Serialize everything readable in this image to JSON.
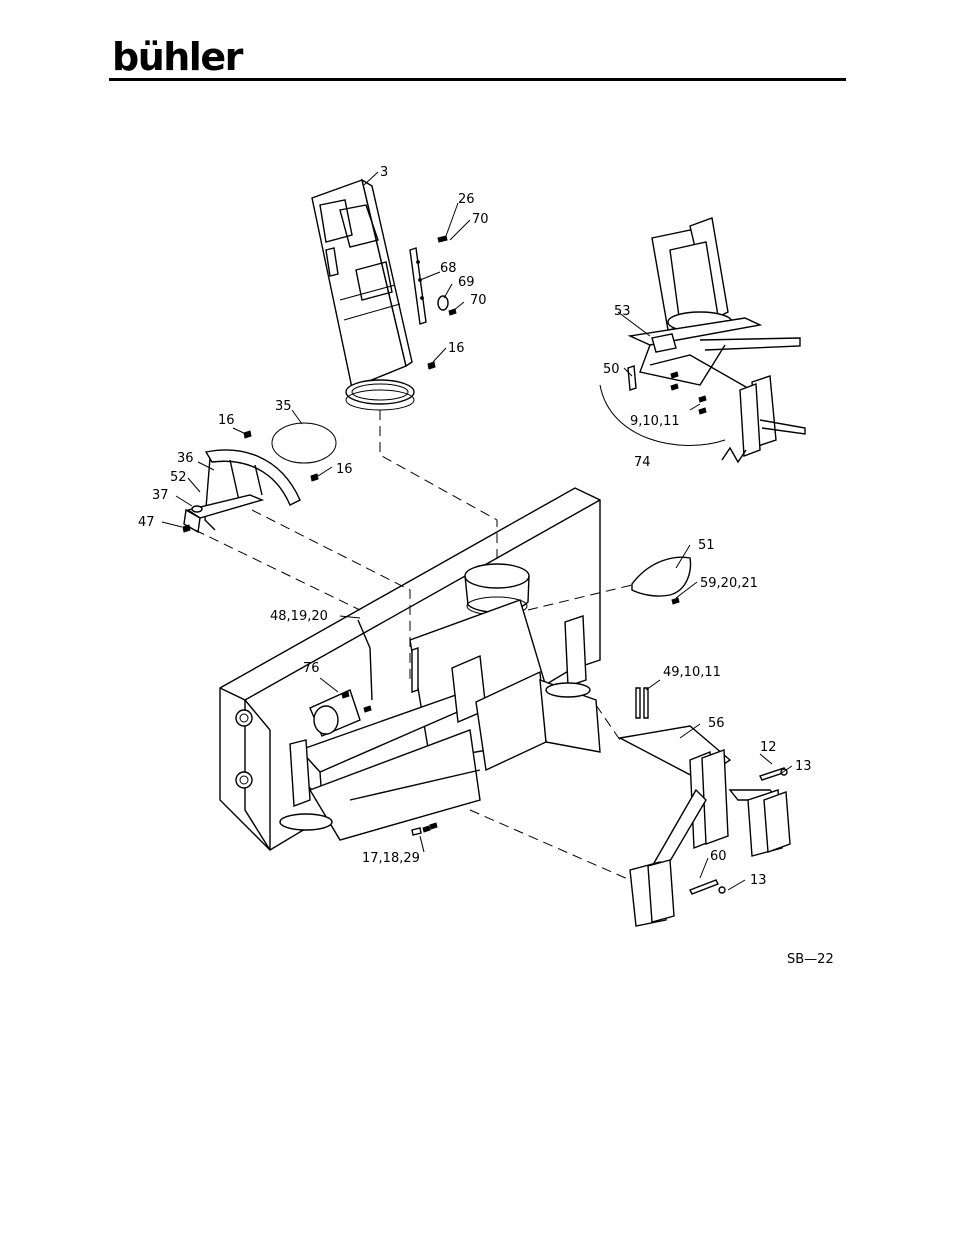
{
  "header": {
    "brand": "bühler"
  },
  "drawing": {
    "reference": "SB—22"
  },
  "callouts": [
    {
      "id": "c3",
      "text": "3"
    },
    {
      "id": "c26",
      "text": "26"
    },
    {
      "id": "c70a",
      "text": "70"
    },
    {
      "id": "c68",
      "text": "68"
    },
    {
      "id": "c69",
      "text": "69"
    },
    {
      "id": "c70b",
      "text": "70"
    },
    {
      "id": "c16a",
      "text": "16"
    },
    {
      "id": "c35",
      "text": "35"
    },
    {
      "id": "c16b",
      "text": "16"
    },
    {
      "id": "c36",
      "text": "36"
    },
    {
      "id": "c16c",
      "text": "16"
    },
    {
      "id": "c52",
      "text": "52"
    },
    {
      "id": "c37",
      "text": "37"
    },
    {
      "id": "c47",
      "text": "47"
    },
    {
      "id": "c53",
      "text": "53"
    },
    {
      "id": "c50",
      "text": "50"
    },
    {
      "id": "c9",
      "text": "9,10,11"
    },
    {
      "id": "c74",
      "text": "74"
    },
    {
      "id": "c51",
      "text": "51"
    },
    {
      "id": "c59",
      "text": "59,20,21"
    },
    {
      "id": "c48",
      "text": "48,19,20"
    },
    {
      "id": "c76",
      "text": "76"
    },
    {
      "id": "c49",
      "text": "49,10,11"
    },
    {
      "id": "c56",
      "text": "56"
    },
    {
      "id": "c12",
      "text": "12"
    },
    {
      "id": "c13a",
      "text": "13"
    },
    {
      "id": "c17",
      "text": "17,18,29"
    },
    {
      "id": "c60",
      "text": "60"
    },
    {
      "id": "c13b",
      "text": "13"
    }
  ]
}
